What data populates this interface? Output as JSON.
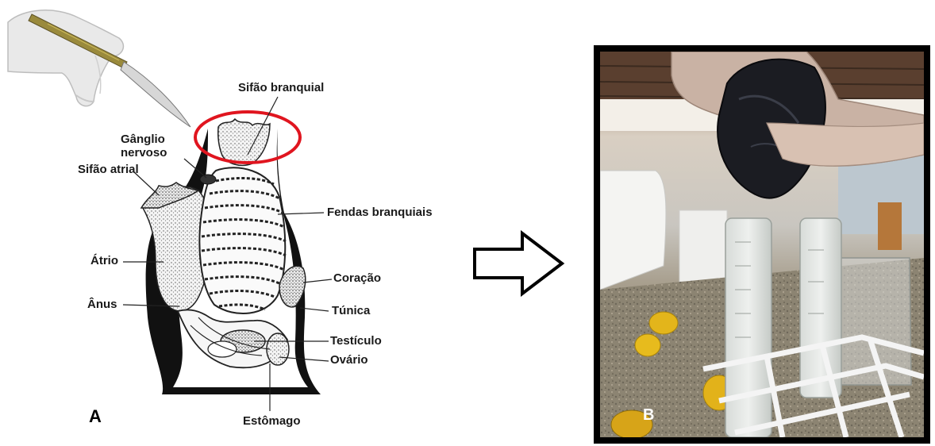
{
  "panel_a": {
    "letter": "A",
    "labels": {
      "sifao_branquial": "Sifão branquial",
      "ganglio_nervoso": "Gânglio\nnervoso",
      "sifao_atrial": "Sifão atrial",
      "fendas_branquiais": "Fendas branquiais",
      "atrio": "Átrio",
      "coracao": "Coração",
      "anus": "Ânus",
      "tunica": "Túnica",
      "testiculo": "Testículo",
      "ovario": "Ovário",
      "estomago": "Estômago"
    },
    "highlight_color": "#e0151f"
  },
  "panel_b": {
    "letter": "B"
  },
  "arrow": {
    "icon": "right-arrow-outline-icon"
  }
}
